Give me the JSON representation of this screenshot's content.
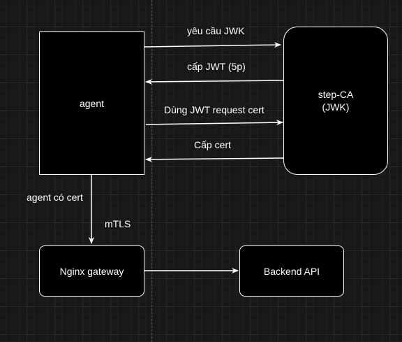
{
  "nodes": {
    "agent": "agent",
    "step_ca": "step-CA\n(JWK)",
    "nginx": "Nginx  gateway",
    "backend": "Backend API"
  },
  "edges": {
    "request_jwk": "yêu cầu JWK",
    "issue_jwt": "cấp JWT (5p)",
    "use_jwt": "Dùng JWT request cert",
    "issue_cert": "Cấp cert",
    "agent_has_cert": "agent có cert",
    "mtls": "mTLS"
  },
  "colors": {
    "background": "#181818",
    "node_fill": "#000000",
    "stroke": "#ffffff"
  }
}
